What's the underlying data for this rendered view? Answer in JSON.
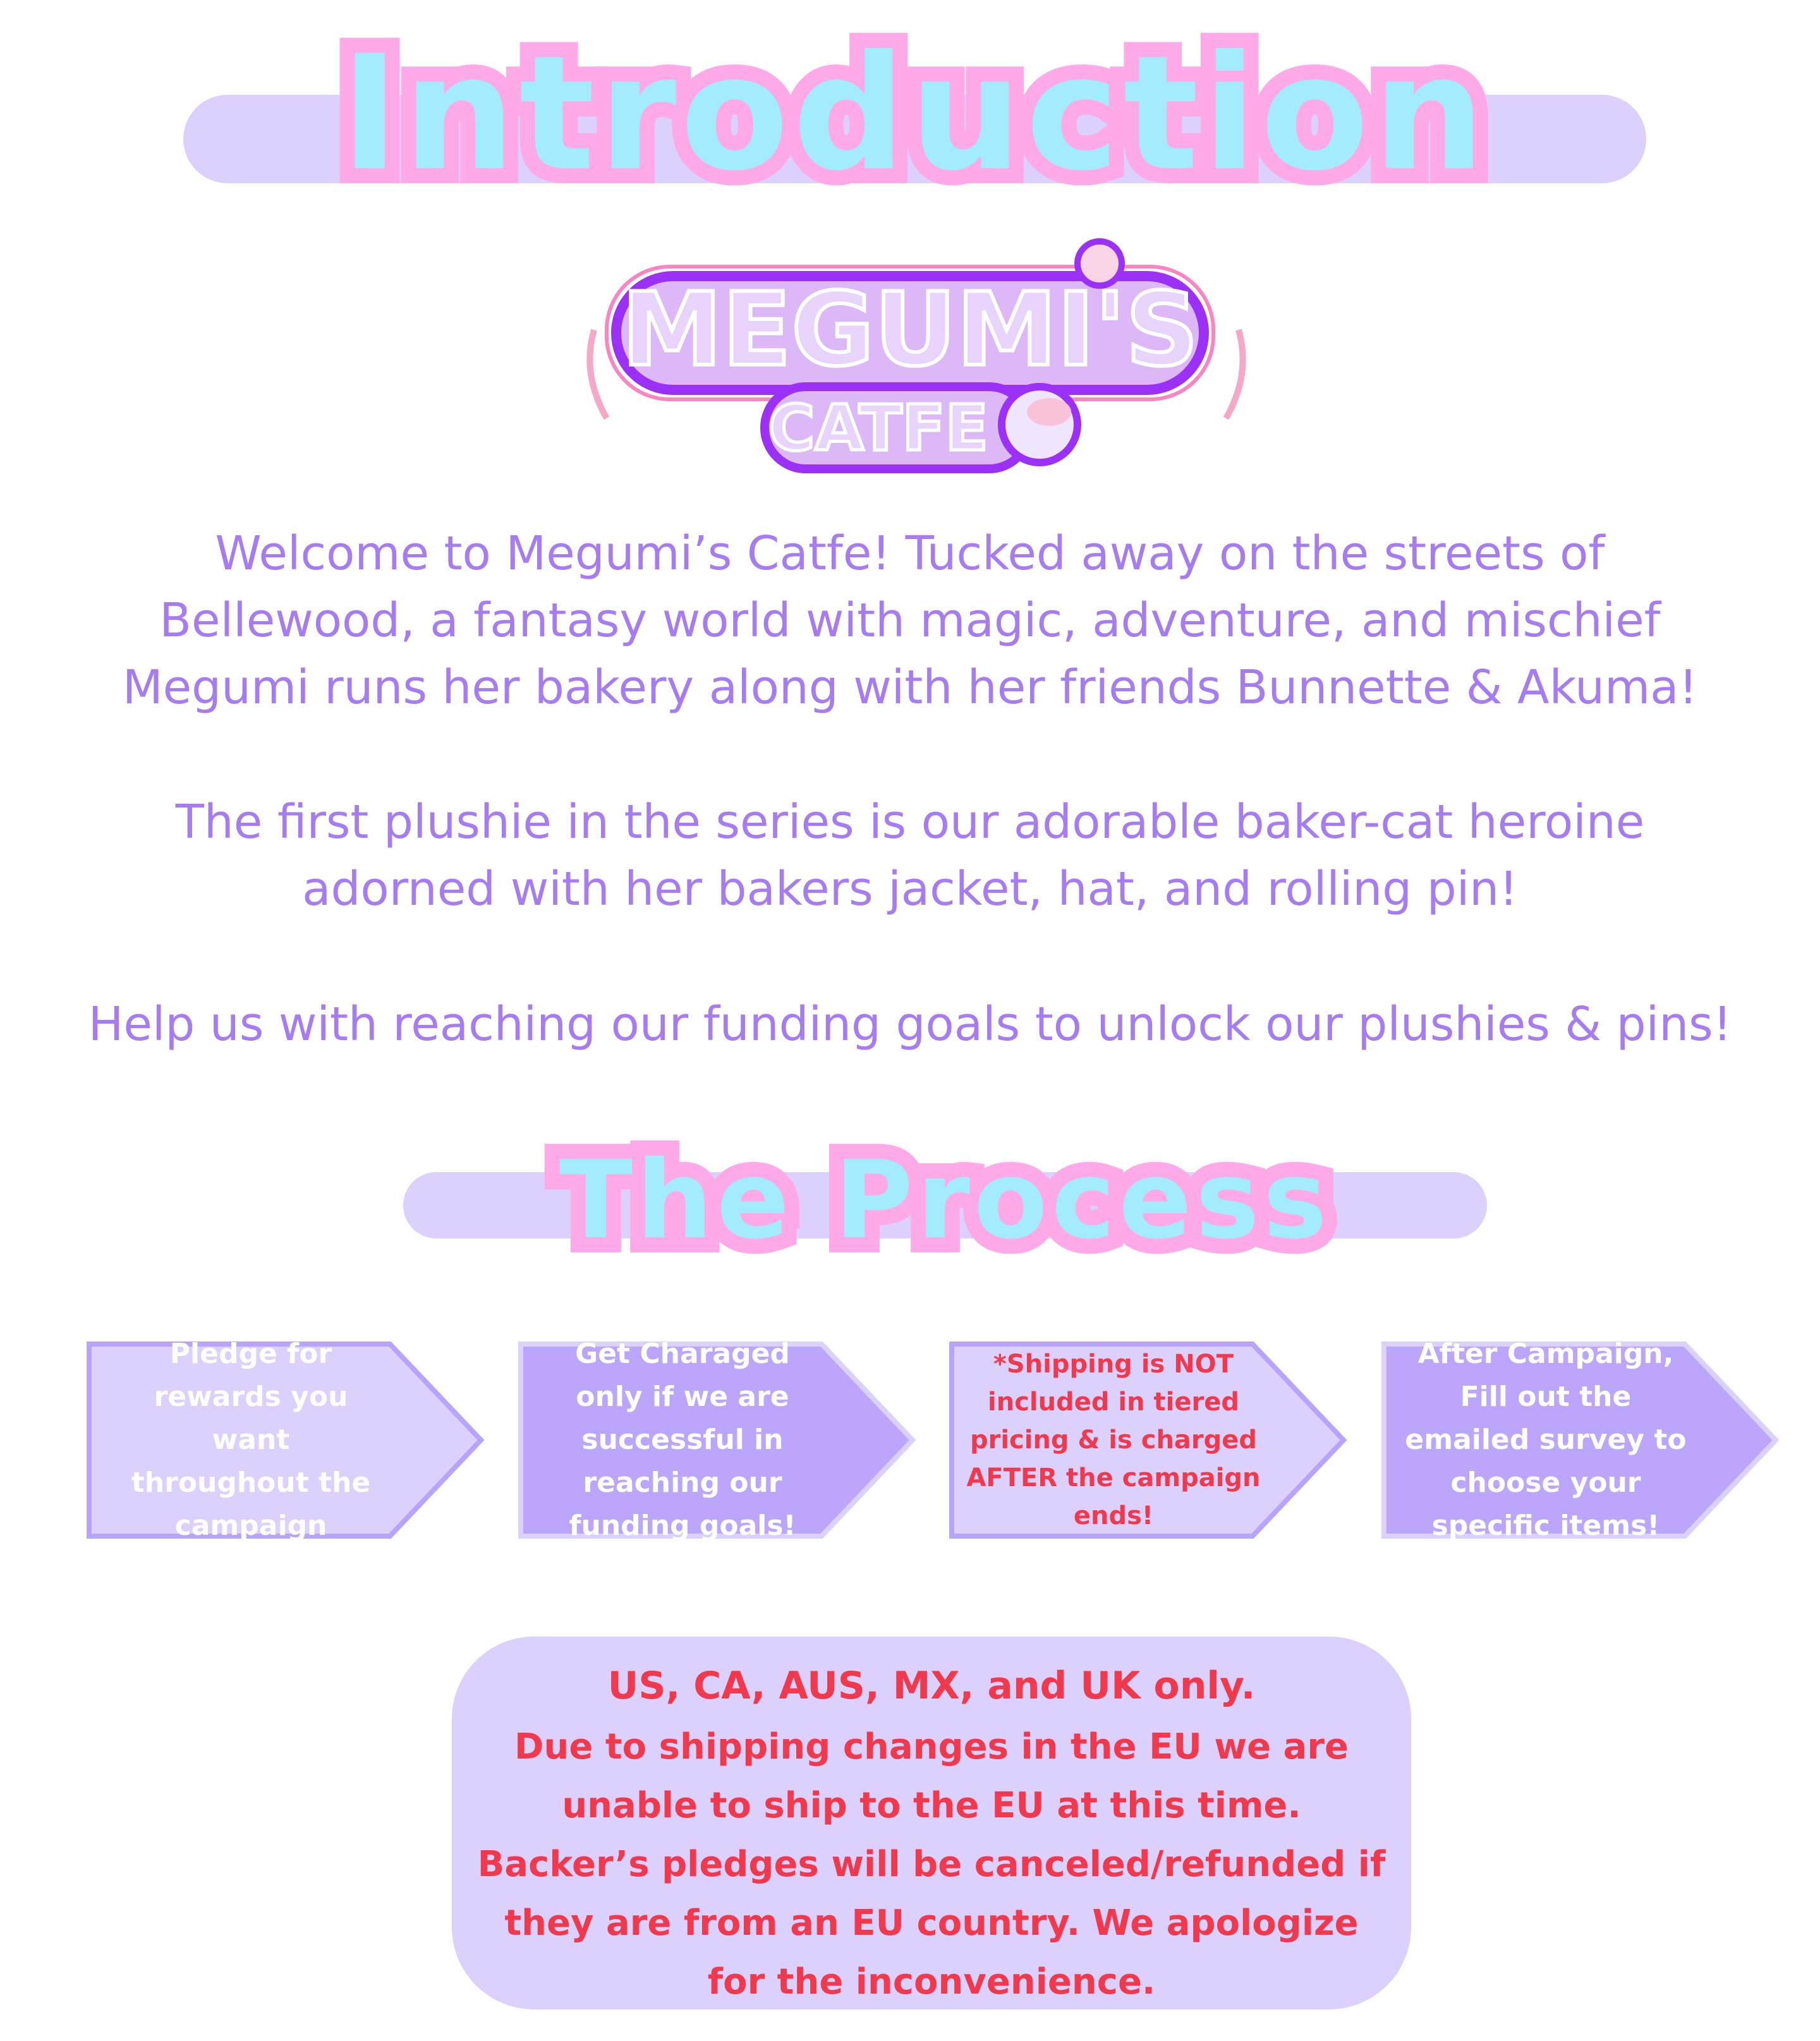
{
  "intro": {
    "title": "Introduction",
    "logo_text": "Megumi's Catfe",
    "paragraphs": [
      "Welcome to Megumi’s Catfe! Tucked away on the streets of Bellewood, a fantasy world with magic, adventure, and mischief Megumi runs her bakery along with her friends Bunnette & Akuma!",
      "The first plushie in the series is our adorable baker-cat heroine adorned with her bakers jacket, hat, and rolling pin!",
      "Help us with reaching our funding goals to unlock our plushies & pins!"
    ]
  },
  "process": {
    "title": "The Process",
    "steps": [
      {
        "text": "Pledge for rewards you want throughout the campaign"
      },
      {
        "text": "Get Charaged only if we are successful in reaching our funding goals!"
      },
      {
        "text": "*Shipping is NOT included in tiered pricing & is charged AFTER the campaign ends!"
      },
      {
        "text": "After Campaign, Fill out the emailed survey to choose your specific items!"
      }
    ]
  },
  "notice": {
    "headline": "US, CA, AUS, MX, and UK only.",
    "body": "Due to shipping changes in the EU we are unable to ship to the EU at this time. Backer’s pledges will be canceled/refunded if they are from an EU country.  We apologize for the inconvenience."
  },
  "colors": {
    "text_purple": "#a57cf2",
    "title_cyan": "#a2ecfd",
    "title_pink": "#ffaae8",
    "panel": "#dcd0fd",
    "panel_dark": "#bba6fc",
    "alert_red": "#f0394c"
  }
}
